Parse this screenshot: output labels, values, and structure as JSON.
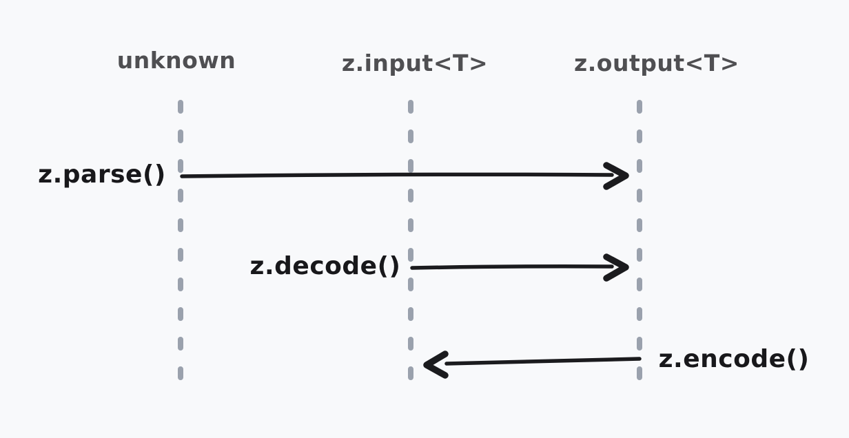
{
  "colors": {
    "background": "#f8f9fb",
    "lifeline": "#9aa1ad",
    "arrow": "#1b1b1e",
    "header_text": "#4f4f52",
    "label_text": "#18181b"
  },
  "lifelines": [
    {
      "label": "unknown"
    },
    {
      "label": "z.input<T>"
    },
    {
      "label": "z.output<T>"
    }
  ],
  "messages": [
    {
      "label": "z.parse()",
      "from": "unknown",
      "to": "z.output<T>",
      "direction": "right"
    },
    {
      "label": "z.decode()",
      "from": "z.input<T>",
      "to": "z.output<T>",
      "direction": "right"
    },
    {
      "label": "z.encode()",
      "from": "z.output<T>",
      "to": "z.input<T>",
      "direction": "left"
    }
  ]
}
